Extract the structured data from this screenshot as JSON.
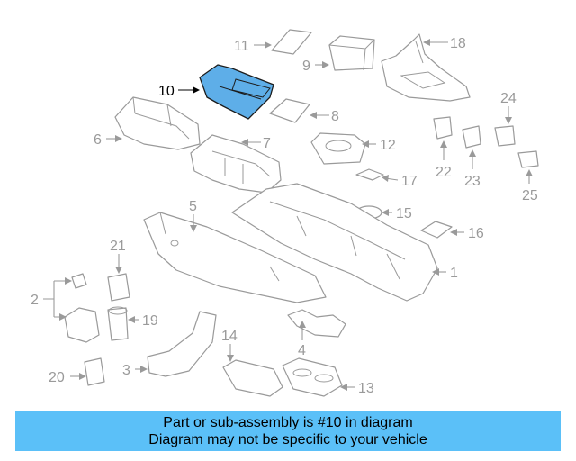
{
  "callouts": {
    "c1": "1",
    "c2": "2",
    "c3": "3",
    "c4": "4",
    "c5": "5",
    "c6": "6",
    "c7": "7",
    "c8": "8",
    "c9": "9",
    "c10": "10",
    "c11": "11",
    "c12": "12",
    "c13": "13",
    "c14": "14",
    "c15": "15",
    "c16": "16",
    "c17": "17",
    "c18": "18",
    "c19": "19",
    "c20": "20",
    "c21": "21",
    "c22": "22",
    "c23": "23",
    "c24": "24",
    "c25": "25"
  },
  "highlighted_part": "10",
  "colors": {
    "highlight_fill": "#5eaee8",
    "banner_background": "#5bc0f8",
    "line_gray": "#9a9a9a"
  },
  "banner": {
    "line1": "Part or sub-assembly is #10 in diagram",
    "line2": "Diagram may not be specific to your vehicle"
  }
}
